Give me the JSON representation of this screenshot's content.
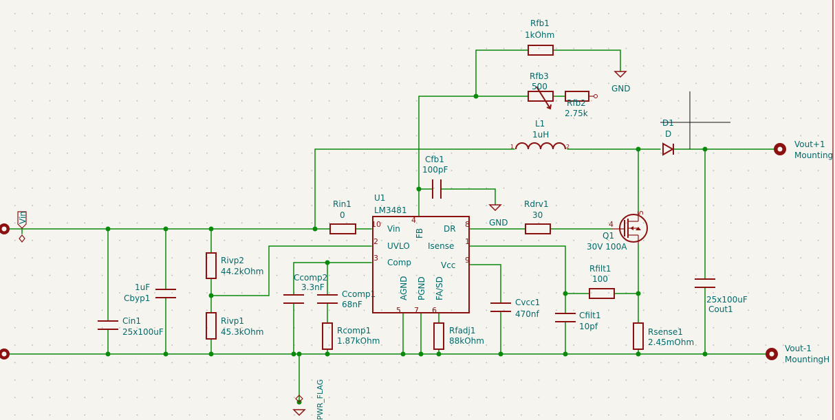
{
  "components": {
    "rfb1": {
      "ref": "Rfb1",
      "value": "1kOhm"
    },
    "rfb3": {
      "ref": "Rfb3",
      "value": "500"
    },
    "rfb2": {
      "ref": "Rfb2",
      "value": "2.75k"
    },
    "l1": {
      "ref": "L1",
      "value": "1uH",
      "pin1": "1",
      "pin2": "2"
    },
    "d1": {
      "ref": "D1",
      "value": "D"
    },
    "cfb1": {
      "ref": "Cfb1",
      "value": "100pF"
    },
    "rin1": {
      "ref": "Rin1",
      "value": "0"
    },
    "u1": {
      "ref": "U1",
      "value": "LM3481"
    },
    "rdrv1": {
      "ref": "Rdrv1",
      "value": "30"
    },
    "q1": {
      "ref": "Q1",
      "value": "30V 100A",
      "pin_g": "4",
      "pin_d": "5"
    },
    "rivp2": {
      "ref": "Rivp2",
      "value": "44.2kOhm"
    },
    "rivp1": {
      "ref": "Rivp1",
      "value": "45.3kOhm"
    },
    "cbyp1": {
      "ref": "Cbyp1",
      "value": "1uF"
    },
    "cin1": {
      "ref": "Cin1",
      "value": "25x100uF"
    },
    "ccomp2": {
      "ref": "Ccomp2",
      "value": "3.3nF"
    },
    "ccomp1": {
      "ref": "Ccomp1",
      "value": "68nF"
    },
    "rcomp1": {
      "ref": "Rcomp1",
      "value": "1.87kOhm"
    },
    "rfadj1": {
      "ref": "Rfadj1",
      "value": "88kOhm"
    },
    "cvcc1": {
      "ref": "Cvcc1",
      "value": "470nf"
    },
    "rfilt1": {
      "ref": "Rfilt1",
      "value": "100"
    },
    "cfilt1": {
      "ref": "Cfilt1",
      "value": "10pf"
    },
    "rsense1": {
      "ref": "Rsense1",
      "value": "2.45mOhm"
    },
    "cout1": {
      "ref": "Cout1",
      "value": "25x100uF"
    },
    "voutp": {
      "ref": "Vout+1",
      "value": "Mounting"
    },
    "voutm": {
      "ref": "Vout-1",
      "value": "MountingH"
    }
  },
  "u1_pins": {
    "vin": {
      "num": "10",
      "name": "Vin"
    },
    "uvlo": {
      "num": "2",
      "name": "UVLO"
    },
    "comp": {
      "num": "3",
      "name": "Comp"
    },
    "fb": {
      "num": "4",
      "name": "FB"
    },
    "dr": {
      "num": "8",
      "name": "DR"
    },
    "isense": {
      "num": "1",
      "name": "Isense"
    },
    "vcc": {
      "num": "9",
      "name": "Vcc"
    },
    "agnd": {
      "num": "5",
      "name": "AGND"
    },
    "pgnd": {
      "num": "7",
      "name": "PGND"
    },
    "fasd": {
      "num": "6",
      "name": "FA/SD"
    }
  },
  "net_labels": {
    "vin": "Vin",
    "gnd_top": "GND",
    "gnd_mid": "GND",
    "pwr_flag": "PWR_FLAG"
  },
  "colors": {
    "wire": "#0a8a0a",
    "component": "#8b1111",
    "label": "#006a6a",
    "background": "#f5f4ef"
  }
}
